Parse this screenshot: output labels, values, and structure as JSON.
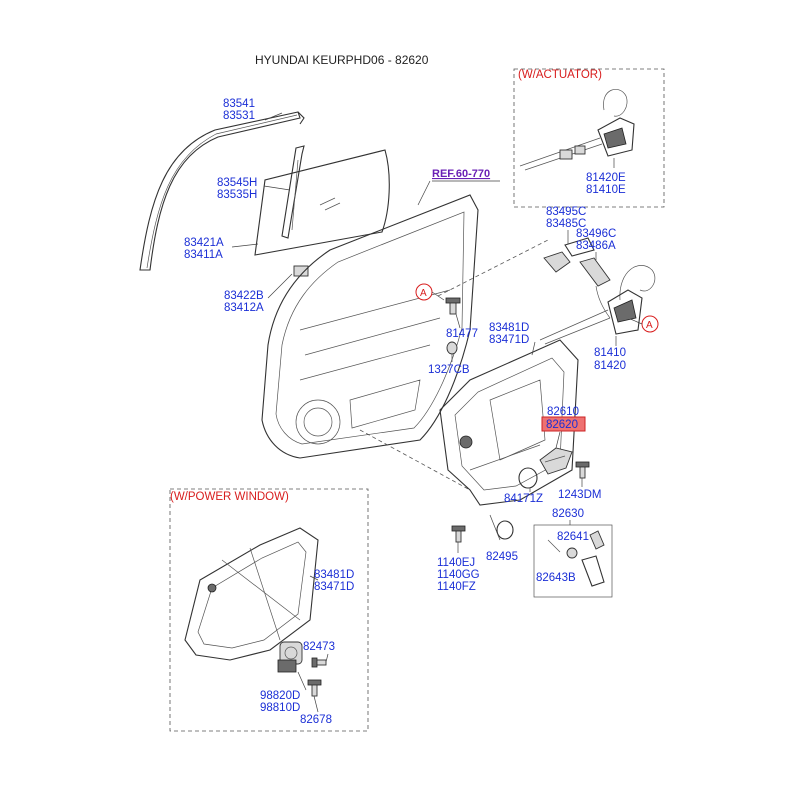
{
  "title": "HYUNDAI KEURPHD06 - 82620",
  "highlight_color": "#ee7171",
  "label_color": "#1b2fd6",
  "group_color": "#d81d1d",
  "ref_color": "#6a1fb5",
  "groups": {
    "actuator": "(W/ACTUATOR)",
    "power_window": "(W/POWER WINDOW)"
  },
  "ref_label": "REF.60-770",
  "callout": "A",
  "labels": {
    "l83541": "83541",
    "l83531": "83531",
    "l83545H": "83545H",
    "l83535H": "83535H",
    "l83421A": "83421A",
    "l83411A": "83411A",
    "l83422B": "83422B",
    "l83412A": "83412A",
    "l81477": "81477",
    "l1327CB": "1327CB",
    "l83481D": "83481D",
    "l83471D": "83471D",
    "l82610": "82610",
    "l82620": "82620",
    "l84171Z": "84171Z",
    "l1243DM": "1243DM",
    "l82630": "82630",
    "l82641": "82641",
    "l82643B": "82643B",
    "l1140EJ": "1140EJ",
    "l1140GG": "1140GG",
    "l1140FZ": "1140FZ",
    "l82495": "82495",
    "l83495C": "83495C",
    "l83485C": "83485C",
    "l83496C": "83496C",
    "l83486A": "83486A",
    "l81410": "81410",
    "l81420": "81420",
    "l81420E": "81420E",
    "l81410E": "81410E",
    "pw83481D": "83481D",
    "pw83471D": "83471D",
    "l82473": "82473",
    "l98820D": "98820D",
    "l98810D": "98810D",
    "l82678": "82678"
  }
}
